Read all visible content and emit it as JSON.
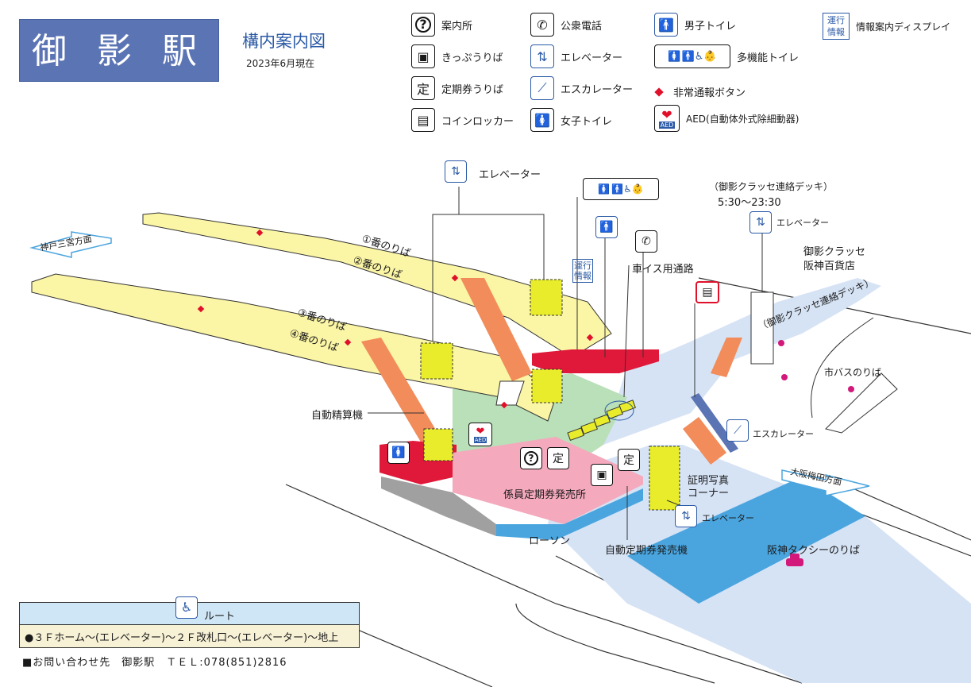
{
  "header": {
    "station_name": "御 影 駅",
    "map_title": "構内案内図",
    "date": "2023年6月現在"
  },
  "legend": {
    "info": "案内所",
    "phone": "公衆電話",
    "men_toilet": "男子トイレ",
    "operation_display_icon": "運行\n情報",
    "operation_display": "情報案内ディスプレイ",
    "ticket": "きっぷうりば",
    "elevator": "エレベーター",
    "multi_toilet": "多機能トイレ",
    "commuter_pass": "定期券うりば",
    "escalator": "エスカレーター",
    "emergency": "非常通報ボタン",
    "locker": "コインロッカー",
    "women_toilet": "女子トイレ",
    "aed": "AED(自動体外式除細動器)",
    "aed_icon": "AED"
  },
  "map": {
    "elevator_top": "エレベーター",
    "deck_title": "（御影クラッセ連絡デッキ）",
    "deck_hours": "5:30〜23:30",
    "elevator_right": "エレベーター",
    "classe": "御影クラッセ",
    "hanshin_dept": "阪神百貨店",
    "deck_label": "（御影クラッセ連絡デッキ）",
    "wheelchair_path": "車イス用通路",
    "op_info": "運行\n情報",
    "kobe_direction": "神戸三宮方面",
    "osaka_direction": "大阪梅田方面",
    "platform1": "①番のりば",
    "platform2": "②番のりば",
    "platform3": "③番のりば",
    "platform4": "④番のりば",
    "fare_adjust": "自動精算機",
    "staffed_pass_office": "係員定期券発売所",
    "auto_pass_machine": "自動定期券発売機",
    "lawson": "ローソン",
    "photo_corner_1": "証明写真",
    "photo_corner_2": "コーナー",
    "elevator_bottom": "エレベーター",
    "escalator": "エスカレーター",
    "city_bus": "市バスのりば",
    "taxi": "阪神タクシーのりば",
    "aed": "AED"
  },
  "route": {
    "label": "ルート",
    "text": "●３Ｆホーム〜(エレベーター)〜２Ｆ改札口〜(エレベーター)〜地上"
  },
  "contact": "■お問い合わせ先　御影駅　ＴＥＬ:078(851)2816",
  "colors": {
    "title_bg": "#5b74b4",
    "platform": "#fbf5a6",
    "concourse": "#b9e0b8",
    "red_area": "#e0183a",
    "pink_area": "#f4a9bd",
    "blue_area": "#4aa5df",
    "light_blue": "#d6e3f5",
    "stair": "#f28c5a",
    "elevator_shaft": "#e8ec2a"
  }
}
